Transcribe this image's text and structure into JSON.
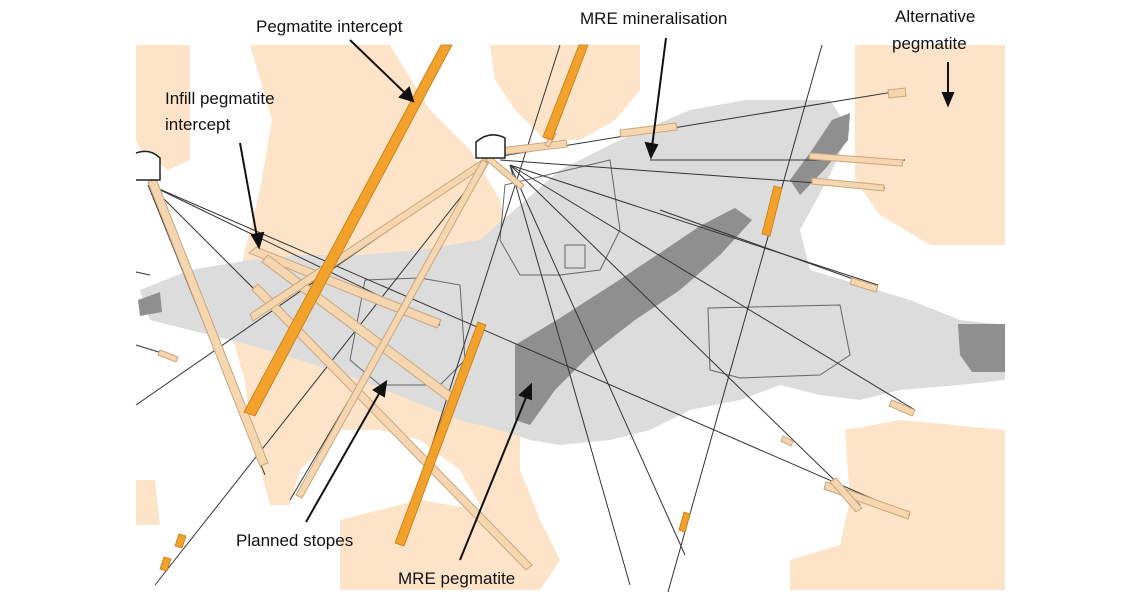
{
  "labels": {
    "pegmatite_intercept": "Pegmatite intercept",
    "mre_mineralisation": "MRE mineralisation",
    "alternative_pegmatite_line1": "Alternative",
    "alternative_pegmatite_line2": "pegmatite",
    "infill_line1": "Infill pegmatite",
    "infill_line2": "intercept",
    "planned_stopes": "Planned stopes",
    "mre_pegmatite": "MRE pegmatite"
  },
  "colors": {
    "pegmatite_zone": "#fde3c8",
    "mineralisation_light": "#dcdcdc",
    "mineralisation_dark": "#8f8f8f",
    "intercept_bar": "#f2a12a",
    "infill_bar": "#f6d6b0",
    "drill_line": "#333333"
  }
}
